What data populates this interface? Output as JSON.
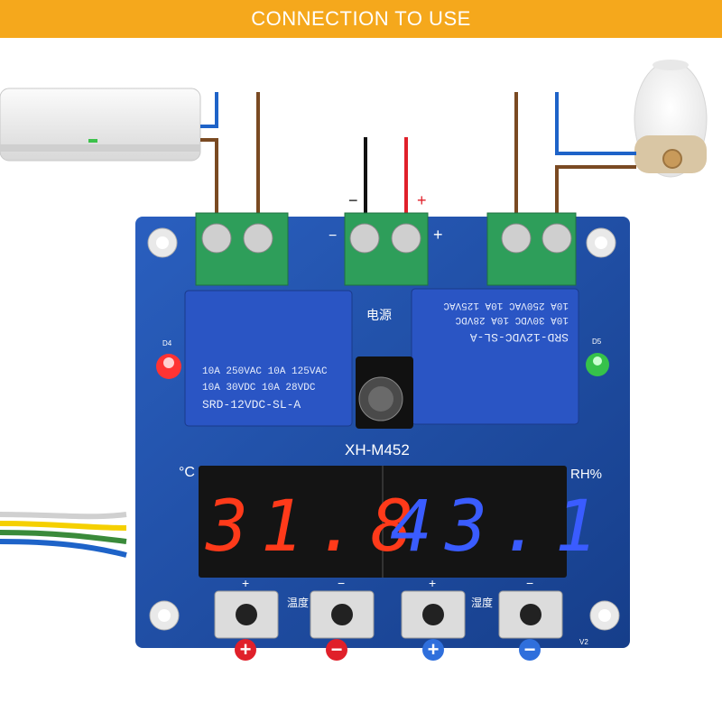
{
  "banner": {
    "title": "CONNECTION TO USE"
  },
  "board": {
    "model": "XH-M452",
    "relay_left": {
      "line1": "10A 250VAC   10A 125VAC",
      "line2": "10A 30VDC   10A 28VDC",
      "line3": "SRD-12VDC-SL-A"
    },
    "relay_right": {
      "line1": "10A 250VAC   10A 125VAC",
      "line2": "10A 30VDC   10A 28VDC",
      "line3": "SRD-12VDC-SL-A"
    },
    "power_label": "电源",
    "power_minus": "−",
    "power_plus": "+",
    "terminal_minus": "−",
    "terminal_plus": "+",
    "led_left": "D4",
    "led_right": "D5",
    "unit_left": "°C",
    "unit_right": "RH%",
    "temp_display": "31.8",
    "humidity_display": "43.1",
    "temp_label": "温度",
    "humidity_label": "湿度",
    "button_signs": [
      "+",
      "−",
      "+",
      "−"
    ],
    "version": "V2"
  },
  "bottom_indicators": [
    {
      "sign": "+",
      "color": "#e0202a"
    },
    {
      "sign": "−",
      "color": "#e0202a"
    },
    {
      "sign": "+",
      "color": "#2f6fdc"
    },
    {
      "sign": "−",
      "color": "#2f6fdc"
    }
  ],
  "colors": {
    "banner": "#f5a81c",
    "pcb": "#1f4fa8",
    "red_digit": "#ff3a1a",
    "blue_digit": "#3a5cff",
    "wire_brown": "#7a4a22",
    "wire_blue": "#1e63c8"
  }
}
